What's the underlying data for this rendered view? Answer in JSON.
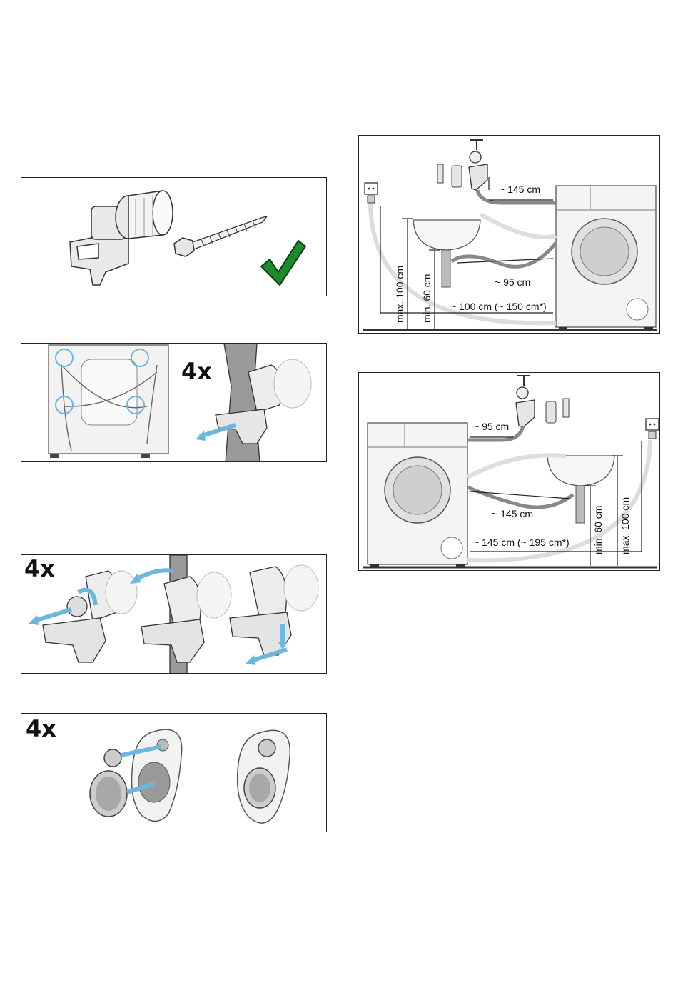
{
  "panels": {
    "p2": {
      "count": "4x"
    },
    "p3": {
      "count": "4x"
    },
    "p4": {
      "count": "4x"
    }
  },
  "diagram1": {
    "hose_top": "~ 145 cm",
    "hose_drain": "~ 95 cm",
    "cable": "~ 100 cm (~ 150 cm*)",
    "max_height": "max. 100 cm",
    "min_height": "min. 60 cm"
  },
  "diagram2": {
    "hose_top": "~ 95 cm",
    "hose_drain": "~ 145 cm",
    "cable": "~ 145 cm (~ 195 cm*)",
    "max_height": "max. 100 cm",
    "min_height": "min. 60 cm"
  },
  "colors": {
    "accent_blue": "#6fb6dd",
    "check_green": "#1d8a2e"
  }
}
